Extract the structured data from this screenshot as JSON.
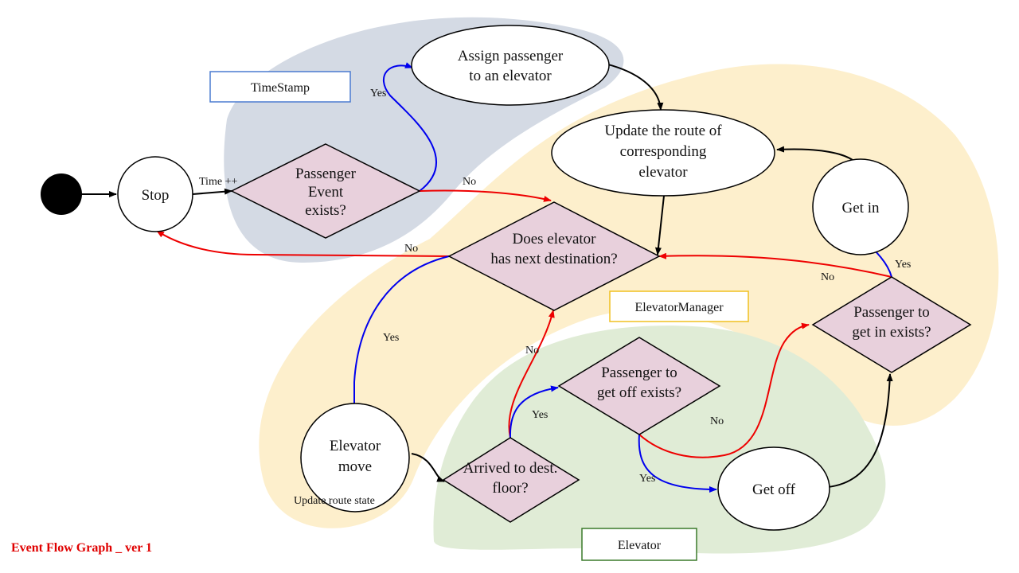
{
  "nodes": {
    "start": "",
    "stop": "Stop",
    "passenger_event": [
      "Passenger",
      "Event",
      "exists?"
    ],
    "assign": [
      "Assign passenger",
      "to an elevator"
    ],
    "update_route": [
      "Update the route of",
      "corresponding",
      "elevator"
    ],
    "next_destination": [
      "Does elevator",
      "has next destination?"
    ],
    "get_in": "Get in",
    "passenger_get_in": [
      "Passenger to",
      "get in exists?"
    ],
    "elevator_move": [
      "Elevator",
      "move"
    ],
    "arrived": [
      "Arrived to dest.",
      "floor?"
    ],
    "passenger_get_off": [
      "Passenger to",
      "get off exists?"
    ],
    "get_off": "Get off"
  },
  "edge_labels": {
    "time": "Time ++",
    "yes_assign": "Yes",
    "no_event": "No",
    "no_stop": "No",
    "yes_move": "Yes",
    "yes_getin": "Yes",
    "no_getin": "No",
    "no_arrived": "No",
    "yes_arrived": "Yes",
    "no_getoff": "No",
    "yes_getoff": "Yes"
  },
  "annotations": {
    "update_route_state": "Update route state"
  },
  "region_labels": {
    "timestamp": "TimeStamp",
    "elevator_manager": "ElevatorManager",
    "elevator": "Elevator"
  },
  "footer": {
    "title": "Event Flow Graph _ ver 1"
  },
  "colors": {
    "timestamp_region": "#d4dae4",
    "manager_region": "#fdefcc",
    "elevator_region": "#e0ecd6",
    "decision_fill": "#e8d0dc",
    "yes_edge": "#0000ee",
    "no_edge": "#ee0000",
    "flow_edge": "#000000",
    "timestamp_border": "#4a7bd0",
    "manager_border": "#f0c020",
    "elevator_border": "#3a7a2a",
    "footer_text": "#e00000"
  }
}
